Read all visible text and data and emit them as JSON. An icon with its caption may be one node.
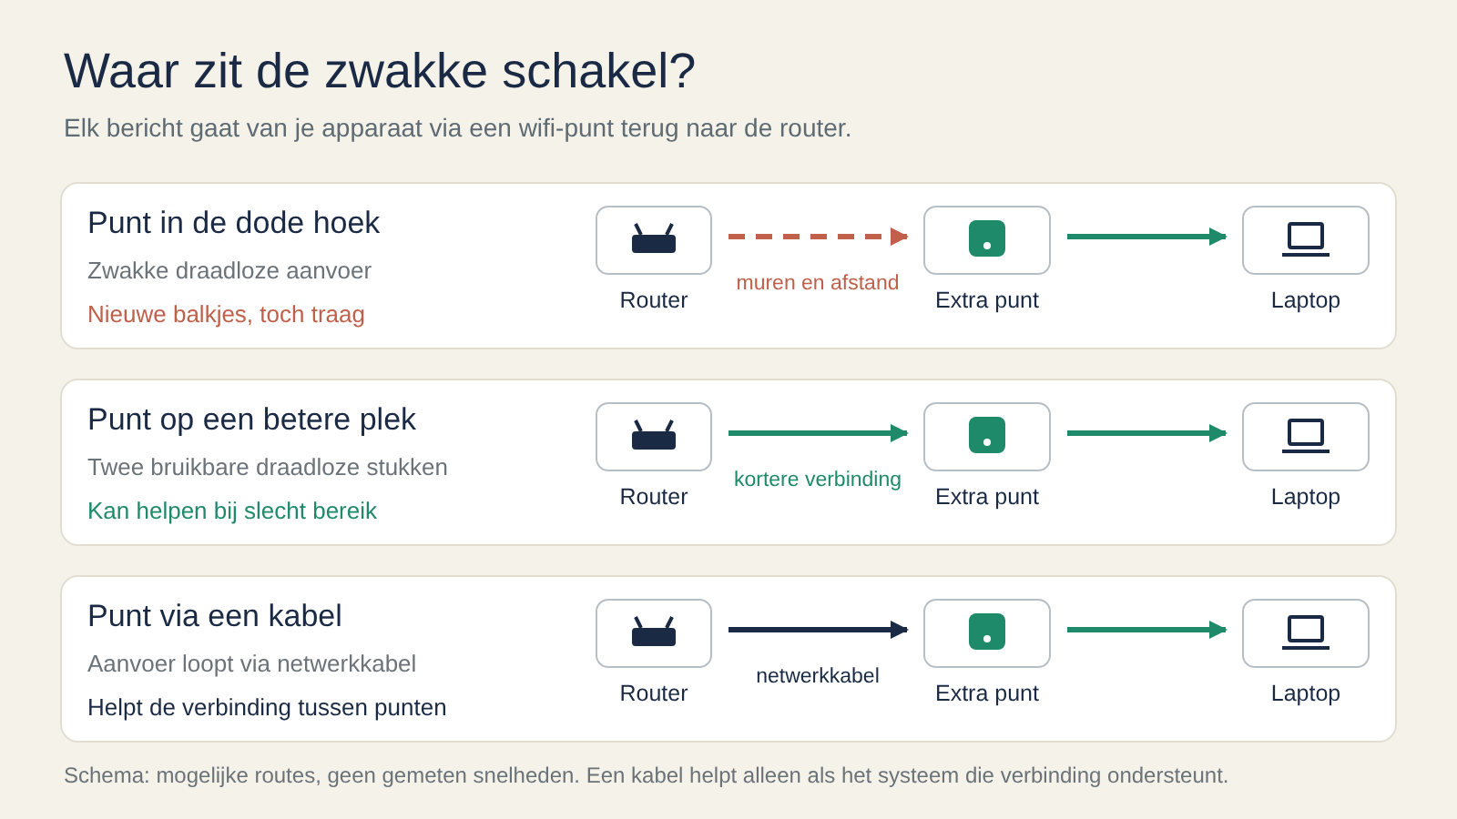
{
  "diagram": {
    "title": "Waar zit de zwakke schakel?",
    "caption": "Schema: mogelijke routes, geen gemeten snelheden. Een kabel helpt alleen als het systeem die verbinding ondersteunt.",
    "labels": [
      "Elk bericht gaat van je apparaat via een wifi-punt terug naar de router."
    ],
    "nodes": [
      {
        "text": [
          "Punt in de dode hoek",
          "Zwakke draadloze aanvoer",
          "Nieuwe balkjes, toch traag"
        ]
      },
      {
        "text": [],
        "shape": "box",
        "in": 0,
        "beside": [
          "Router"
        ]
      },
      {
        "text": [],
        "shape": "box",
        "in": 0,
        "beside": [
          "Extra punt"
        ]
      },
      {
        "text": [],
        "shape": "box",
        "in": 0,
        "beside": [
          "Laptop"
        ]
      },
      {
        "text": [
          "Punt op een betere plek",
          "Twee bruikbare draadloze stukken",
          "Kan helpen bij slecht bereik"
        ]
      },
      {
        "text": [],
        "shape": "box",
        "in": 4,
        "beside": [
          "Router"
        ]
      },
      {
        "text": [],
        "shape": "box",
        "in": 4,
        "beside": [
          "Extra punt"
        ]
      },
      {
        "text": [],
        "shape": "box",
        "in": 4,
        "beside": [
          "Laptop"
        ]
      },
      {
        "text": [
          "Punt via een kabel",
          "Aanvoer loopt via netwerkkabel",
          "Helpt de verbinding tussen punten"
        ]
      },
      {
        "text": [],
        "shape": "box",
        "in": 8,
        "beside": [
          "Router"
        ]
      },
      {
        "text": [],
        "shape": "box",
        "in": 8,
        "beside": [
          "Extra punt"
        ]
      },
      {
        "text": [],
        "shape": "box",
        "in": 8,
        "beside": [
          "Laptop"
        ]
      }
    ],
    "edges": [
      {
        "from": 1,
        "to": 2,
        "arrow": "to",
        "label": "muren en afstand",
        "style": "dashed",
        "color": "#c0604a"
      },
      {
        "from": 2,
        "to": 3,
        "arrow": "to"
      },
      {
        "from": 5,
        "to": 6,
        "arrow": "to",
        "label": "kortere verbinding"
      },
      {
        "from": 6,
        "to": 7,
        "arrow": "to"
      },
      {
        "from": 9,
        "to": 10,
        "arrow": "to",
        "label": "netwerkkabel",
        "color": "#1b2a44"
      },
      {
        "from": 10,
        "to": 11,
        "arrow": "to"
      }
    ]
  }
}
